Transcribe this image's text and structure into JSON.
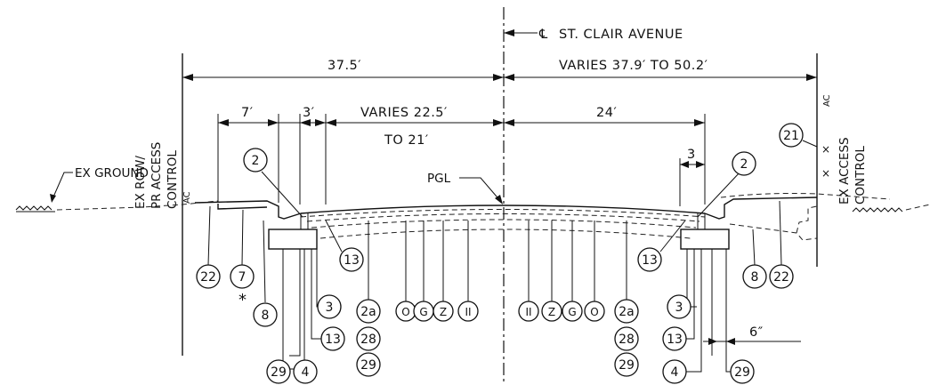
{
  "title": "ST. CLAIR AVENUE",
  "centerline_symbol": "℄",
  "labels": {
    "ex_row": "EX ROW/",
    "pr_access": "PR ACCESS",
    "control": "CONTROL",
    "ex_access": "EX ACCESS",
    "ex_access_control": "CONTROL",
    "ex_ground": "EX GROUND",
    "ac_left": "AC",
    "ac_right": "AC",
    "pgl": "PGL",
    "asterisk": "*"
  },
  "dimensions": {
    "left_total": "37.5′",
    "right_total": "VARIES 37.9′ TO 50.2′",
    "left_7": "7′",
    "left_3": "3′",
    "left_varies_1": "VARIES 22.5′",
    "left_varies_2": "TO 21′",
    "right_24": "24′",
    "right_3": "3",
    "right_6in": "6″"
  },
  "callouts": {
    "c2_left": "2",
    "c2_right": "2",
    "c21": "21",
    "c13_left": "13",
    "c13_right": "13",
    "c22_left": "22",
    "c7": "7",
    "c8_left": "8",
    "c3_left": "3",
    "c13b_left": "13",
    "c29_left_a": "29",
    "c4_left": "4",
    "c2a_left": "2a",
    "c28_left": "28",
    "c29_left_b": "29",
    "pav_left": [
      "O",
      "G",
      "Z",
      "II"
    ],
    "pav_right": [
      "II",
      "Z",
      "G",
      "O"
    ],
    "c2a_right": "2a",
    "c28_right": "28",
    "c29_right_b": "29",
    "c3_right": "3",
    "c13b_right": "13",
    "c4_right": "4",
    "c29_right_a": "29",
    "c8_right": "8",
    "c22_right": "22"
  }
}
